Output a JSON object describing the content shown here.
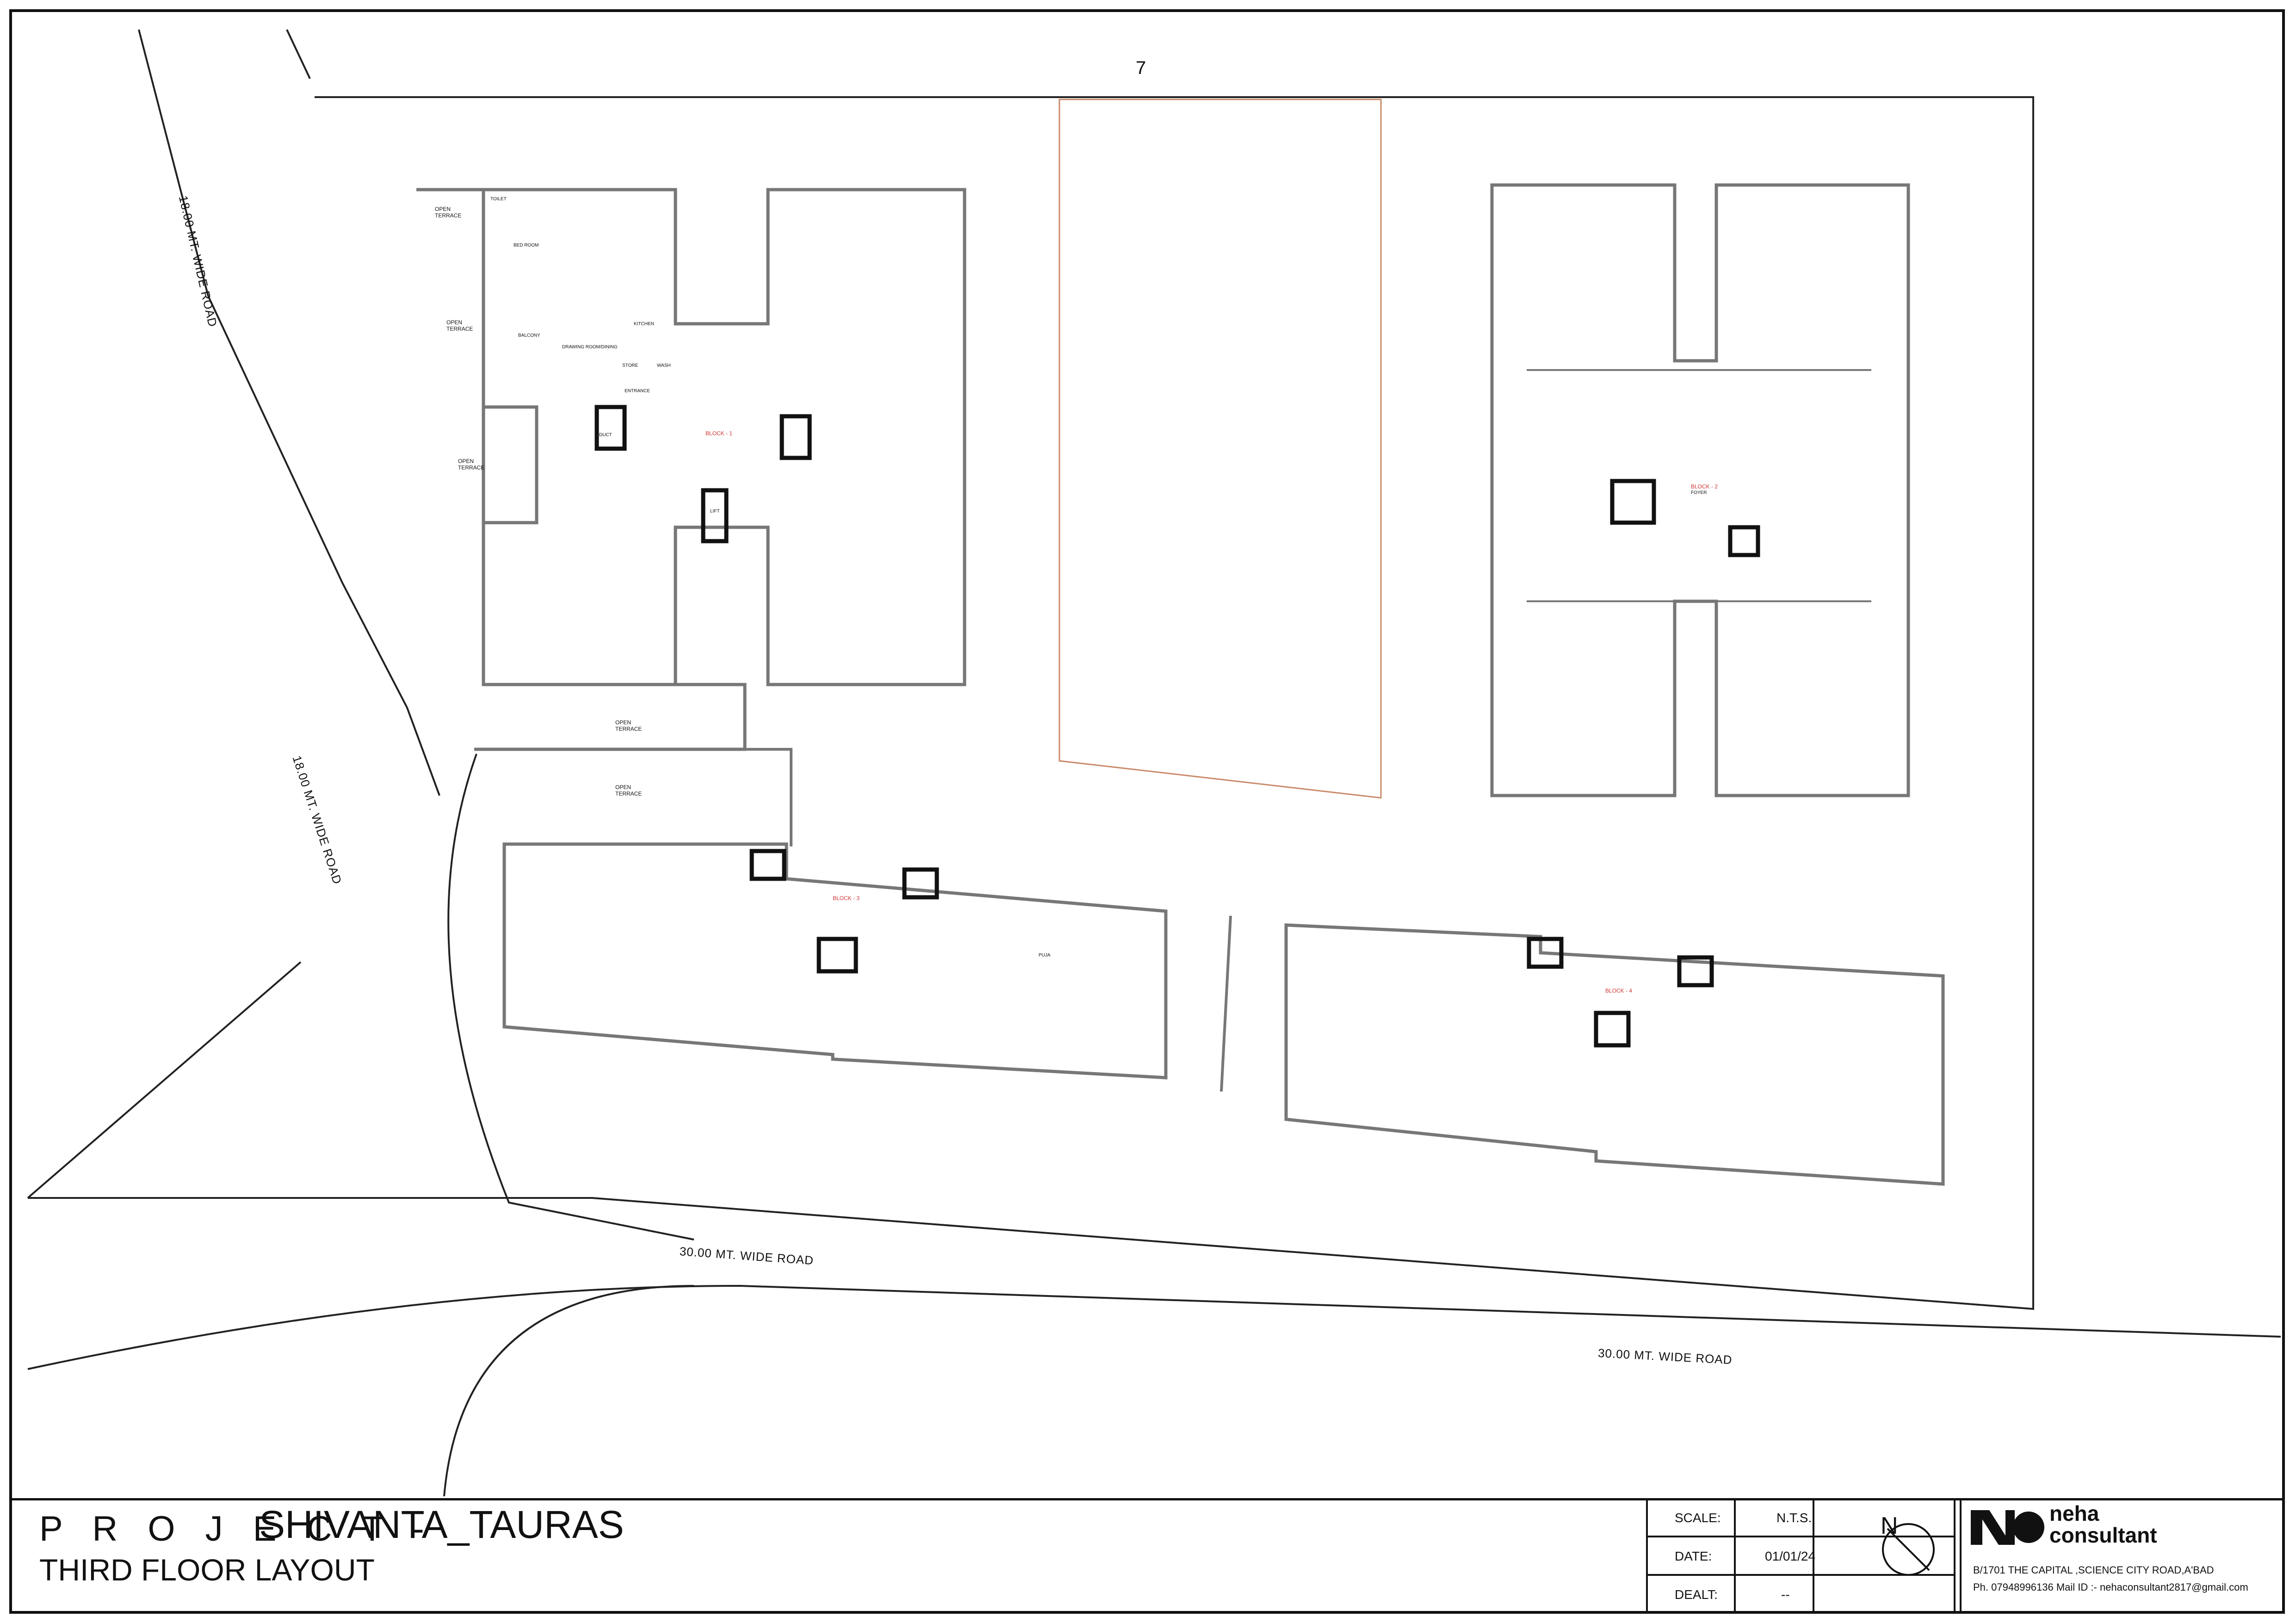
{
  "plot": {
    "number": "7",
    "roads": [
      {
        "label": "18.00 MT. WIDE ROAD"
      },
      {
        "label": "18.00 MT. WIDE ROAD"
      },
      {
        "label": "30.00 MT. WIDE ROAD"
      },
      {
        "label": "30.00 MT. WIDE ROAD"
      }
    ],
    "terraces": [
      "OPEN TERRACE",
      "OPEN TERRACE",
      "OPEN TERRACE",
      "OPEN TERRACE",
      "OPEN TERRACE"
    ]
  },
  "blocks": [
    {
      "name": "BLOCK - 1"
    },
    {
      "name": "BLOCK - 2"
    },
    {
      "name": "BLOCK - 3"
    },
    {
      "name": "BLOCK - 4"
    }
  ],
  "room_labels": {
    "bed": "BED ROOM",
    "toilet": "TOILET",
    "kitchen": "KITCHEN",
    "wash": "WASH",
    "balcony": "BALCONY",
    "store": "STORE",
    "entrance": "ENTRANCE",
    "drawing": "DRAWING ROOM/DINING",
    "lift": "LIFT",
    "foyer": "FOYER",
    "duct": "DUCT",
    "puja": "PUJA"
  },
  "title_block": {
    "project_label": "P R O J E C T -",
    "project_name": "SHIVANTA_TAURAS",
    "layout_title": "THIRD FLOOR LAYOUT",
    "scale_label": "SCALE:",
    "scale_value": "N.T.S.",
    "date_label": "DATE:",
    "date_value": "01/01/24",
    "dealt_label": "DEALT:",
    "dealt_value": "--",
    "north": "N",
    "firm_name_line1": "neha",
    "firm_name_line2": "consultant",
    "firm_address": "B/1701 THE CAPITAL ,SCIENCE CITY ROAD,A'BAD",
    "firm_contact": "Ph. 07948996136  Mail ID :- nehaconsultant2817@gmail.com"
  },
  "colors": {
    "line": "#222222",
    "wall": "#777777",
    "plot_red": "#c9896a",
    "block_label": "#cc3333"
  }
}
